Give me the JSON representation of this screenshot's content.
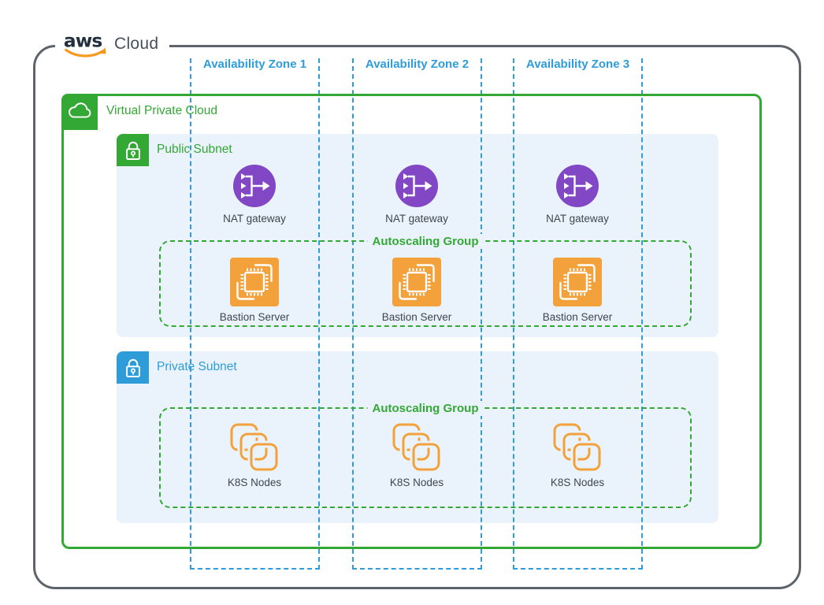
{
  "aws_cloud": {
    "logo_text": "aws",
    "label": "Cloud"
  },
  "vpc": {
    "label": "Virtual Private Cloud"
  },
  "subnets": {
    "public": {
      "label": "Public Subnet"
    },
    "private": {
      "label": "Private Subnet"
    }
  },
  "autoscaling_groups": [
    {
      "label": "Autoscaling Group"
    },
    {
      "label": "Autoscaling Group"
    }
  ],
  "zones": [
    {
      "label": "Availability Zone 1",
      "nat_label": "NAT gateway",
      "bastion_label": "Bastion Server",
      "k8s_label": "K8S Nodes"
    },
    {
      "label": "Availability Zone 2",
      "nat_label": "NAT gateway",
      "bastion_label": "Bastion Server",
      "k8s_label": "K8S Nodes"
    },
    {
      "label": "Availability Zone 3",
      "nat_label": "NAT gateway",
      "bastion_label": "Bastion Server",
      "k8s_label": "K8S Nodes"
    }
  ],
  "icons": {
    "aws_logo": "aws-smile-logo",
    "vpc": "cloud-icon",
    "public_subnet": "green-lock-icon",
    "private_subnet": "blue-lock-icon",
    "nat_gateway": "purple-nat-gateway-icon",
    "bastion": "orange-ec2-chip-icon",
    "k8s": "orange-stacked-nodes-icon"
  },
  "colors": {
    "frame_gray": "#5d646b",
    "green": "#34a835",
    "blue": "#2e9cd9",
    "subnet_bg": "#eaf3fb",
    "purple": "#8247c5",
    "orange": "#f2a13b",
    "label_text": "#3f454c",
    "aws_navy": "#232f3e",
    "aws_orange": "#f7981f"
  }
}
